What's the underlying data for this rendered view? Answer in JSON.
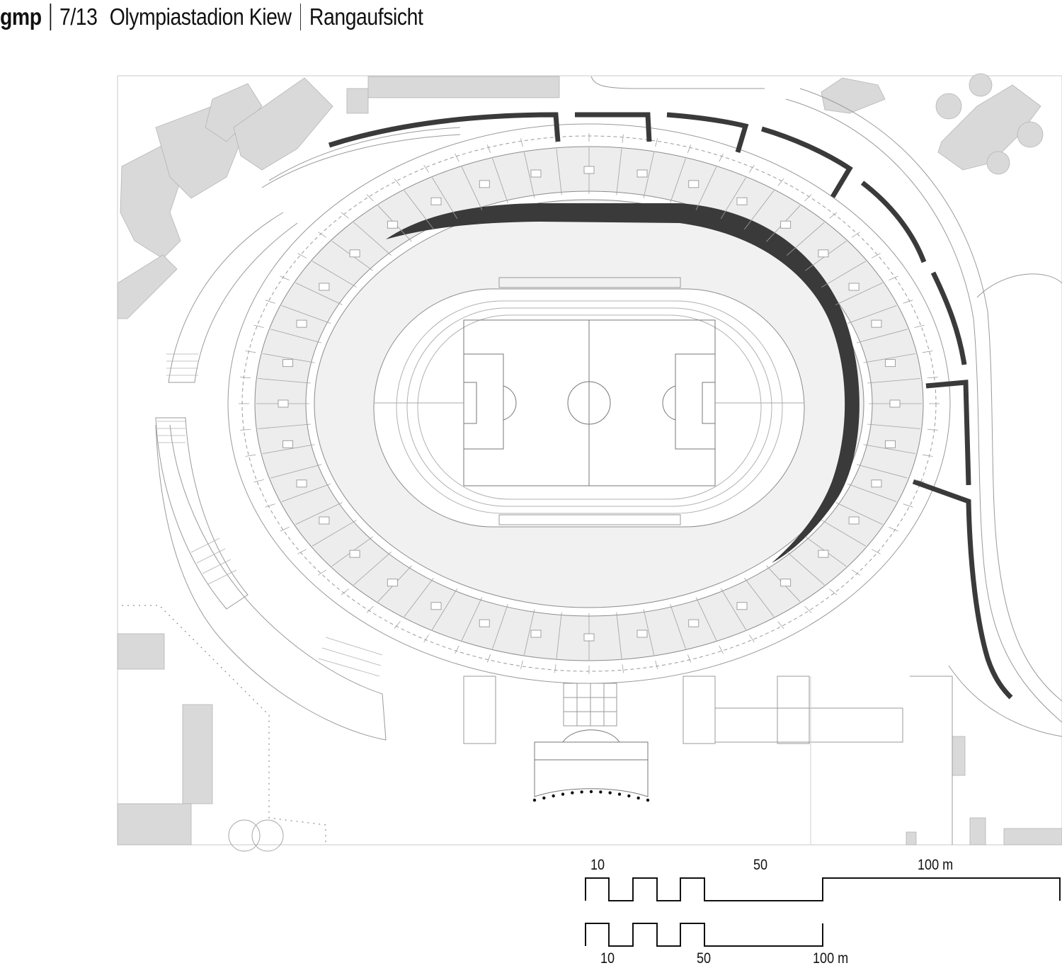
{
  "header": {
    "brand": "gmp",
    "sheet": "7/13",
    "project": "Olympiastadion Kiew",
    "view": "Rangaufsicht"
  },
  "colors": {
    "ink": "#111111",
    "building_fill": "#d9d9d9",
    "roof_band": "#3a3a3a",
    "line": "#8c8c8c"
  },
  "scale_bar_top": {
    "labels": [
      "10",
      "50",
      "100 m"
    ]
  },
  "scale_bar_bottom": {
    "labels": [
      "10",
      "50",
      "100 m"
    ]
  }
}
